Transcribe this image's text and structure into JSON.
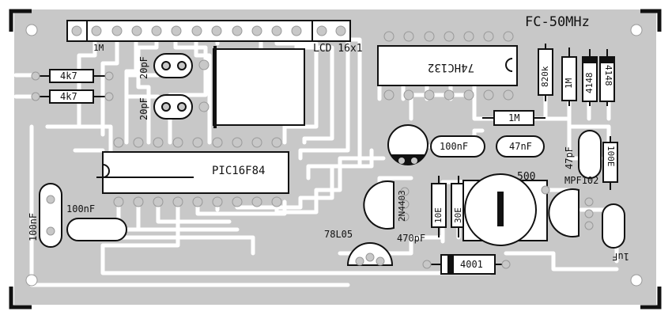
{
  "board": {
    "title": "FC-50MHz",
    "colors": {
      "background": "#c8c8c8",
      "traces": "#ffffff",
      "silkscreen": "#111111",
      "copper_pad": "#ffffff"
    }
  },
  "labels": {
    "resistor_1m_top": "1M",
    "lcd": "LCD 16x1",
    "ic_74hc132": "74HC132",
    "r_4k7_a": "4k7",
    "r_4k7_b": "4k7",
    "c_20pf_a": "20pF",
    "c_20pf_b": "20pF",
    "r_820k": "820k",
    "r_1m_v": "1M",
    "d_4148_a": "4148",
    "d_4148_b": "4148",
    "r_1m_h": "1M",
    "c_100nf_h": "100nF",
    "c_47nf": "47nF",
    "c_47pf": "47pF",
    "r_100e": "100E",
    "pic": "PIC16F84",
    "trim_500": "500",
    "mpf102": "MPF102",
    "t_2n4403": "2N4403",
    "r_10e": "10E",
    "r_30e": "30E",
    "c_470pf": "470pF",
    "c_100nf_v": "100nF",
    "c_100nf_small": "100nF",
    "reg_78l05": "78L05",
    "d_4001": "4001",
    "c_1uf": "1uF"
  }
}
